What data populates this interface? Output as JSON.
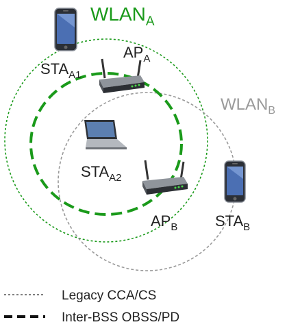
{
  "wlan_a": {
    "name": "WLAN",
    "sub": "A",
    "color": "#1a9a1a"
  },
  "wlan_b": {
    "name": "WLAN",
    "sub": "B",
    "color": "#9a9a9a"
  },
  "nodes": {
    "sta_a1": {
      "name": "STA",
      "sub": "A1"
    },
    "ap_a": {
      "name": "AP",
      "sub": "A"
    },
    "sta_a2": {
      "name": "STA",
      "sub": "A2"
    },
    "ap_b": {
      "name": "AP",
      "sub": "B"
    },
    "sta_b": {
      "name": "STA",
      "sub": "B"
    }
  },
  "legend": {
    "legacy": "Legacy CCA/CS",
    "obss": "Inter-BSS OBSS/PD"
  },
  "icons": {
    "phone": "smartphone-icon",
    "router": "wireless-router-icon",
    "laptop": "laptop-icon"
  }
}
